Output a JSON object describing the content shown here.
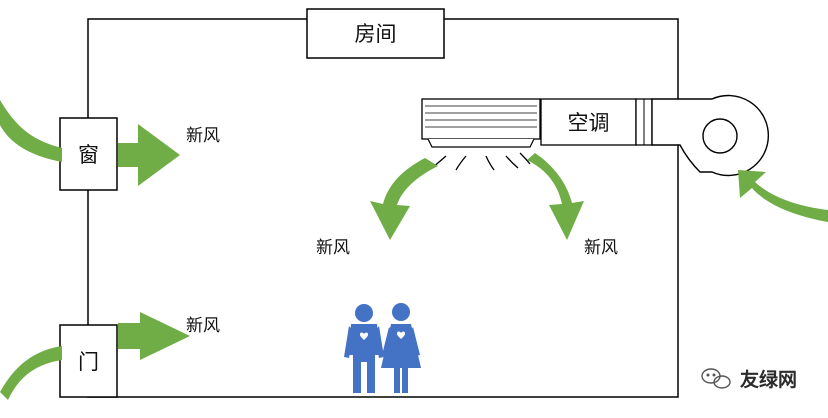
{
  "diagram": {
    "room_label": "房间",
    "window_label": "窗",
    "door_label": "门",
    "ac_label": "空调",
    "fresh_air_labels": [
      "新风",
      "新风",
      "新风",
      "新风"
    ]
  },
  "watermark": {
    "text": "友绿网",
    "icon": "wechat-icon"
  },
  "colors": {
    "arrow_green": "#70AD47",
    "person_blue": "#4472C4",
    "outline": "#000000"
  }
}
